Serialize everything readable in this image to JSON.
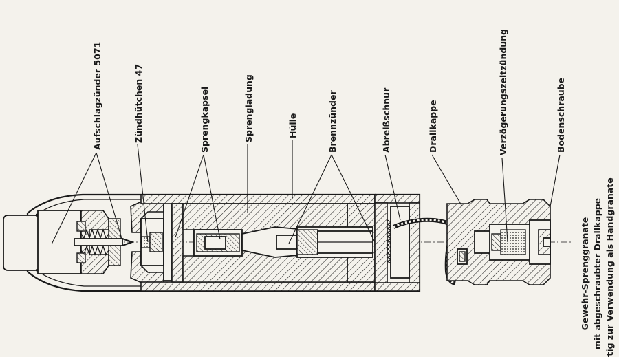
{
  "labels": [
    {
      "id": "aufschlagzuender",
      "text": "Aufschlagzünder 5071"
    },
    {
      "id": "zuendhuetchen",
      "text": "Zündhütchen 47"
    },
    {
      "id": "sprengkapsel",
      "text": "Sprengkapsel"
    },
    {
      "id": "sprengladung",
      "text": "Sprengladung"
    },
    {
      "id": "huelle",
      "text": "Hülle"
    },
    {
      "id": "brennzuender",
      "text": "Brennzünder"
    },
    {
      "id": "abreissschnur",
      "text": "Abreißschnur"
    },
    {
      "id": "drallkappe",
      "text": "Drallkappe"
    },
    {
      "id": "verzoegerung",
      "text": "Verzögerungszeitzündung"
    },
    {
      "id": "bodenschraube",
      "text": "Bodenschraube"
    }
  ],
  "caption": {
    "line1": "Gewehr-Sprenggranate",
    "line2": "mit abgeschraubter Drallkappe",
    "line3": "fertig zur Verwendung als Handgranate"
  }
}
